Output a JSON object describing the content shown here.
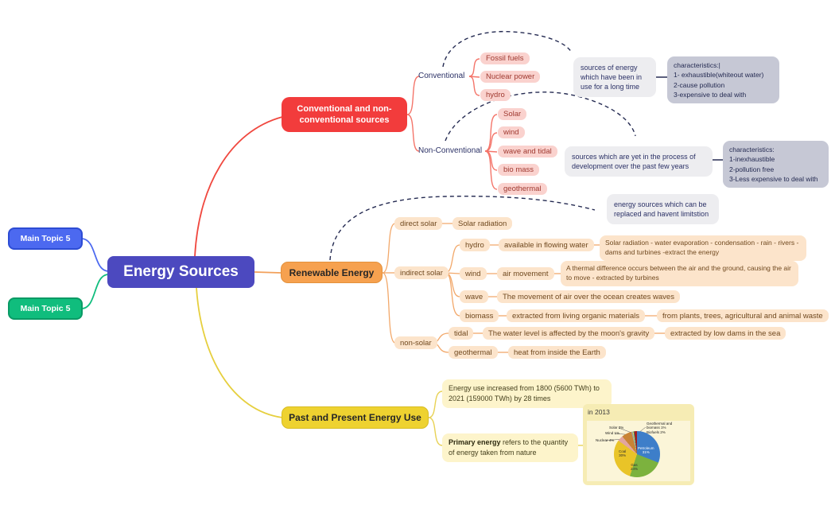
{
  "center": {
    "label": "Energy Sources"
  },
  "topics": {
    "blue": "Main Topic 5",
    "green": "Main Topic 5"
  },
  "conventional_branch": {
    "label": "Conventional and non-conventional sources",
    "conventional": {
      "label": "Conventional",
      "children": [
        "Fossil fuels",
        "Nuclear power",
        "hydro"
      ],
      "note": "sources of energy which have been in use for a long time",
      "characteristics": "characteristics:|\n1- exhaustible(whiteout water)\n2-cause pollution\n3-expensive to deal with"
    },
    "non_conventional": {
      "label": "Non-Conventional",
      "children": [
        "Solar",
        "wind",
        "wave and tidal",
        "bio mass",
        "geothermal"
      ],
      "note": "sources which are yet in the process of development over the past few years",
      "characteristics": "characteristics:\n1-inexhaustible\n2-pollution free\n3-Less expensive to deal with"
    }
  },
  "renewable_branch": {
    "label": "Renewable Energy",
    "note": "energy sources which can be replaced and havent limitstion",
    "direct_solar": {
      "label": "direct solar",
      "child": "Solar radiation"
    },
    "indirect_solar": {
      "label": "indirect solar",
      "hydro": {
        "label": "hydro",
        "desc1": "available in flowing water",
        "desc2": "Solar radiation - water evaporation - condensation - rain - rivers - dams and turbines -extract the energy"
      },
      "wind": {
        "label": "wind",
        "desc1": "air movement",
        "desc2": "A thermal difference occurs between the air and the ground, causing the air to move -  extracted by turbines"
      },
      "wave": {
        "label": "wave",
        "desc1": "The movement of air over the ocean creates waves"
      },
      "biomass": {
        "label": "biomass",
        "desc1": "extracted from living organic  materials",
        "desc2": "from plants, trees, agricultural and animal waste"
      }
    },
    "non_solar": {
      "label": "non-solar",
      "tidal": {
        "label": "tidal",
        "desc1": "The water level is affected by the moon's gravity",
        "desc2": "extracted by low dams in the sea"
      },
      "geothermal": {
        "label": "geothermal",
        "desc1": "heat from inside the Earth"
      }
    }
  },
  "past_branch": {
    "label": "Past and Present Energy Use",
    "fact": "Energy use increased from 1800 (5600 TWh) to 2021 (159000 TWh) by 28 times",
    "primary_bold": "Primary energy",
    "primary_rest": " refers to the quantity of energy taken from nature"
  },
  "chart_data": {
    "type": "pie",
    "title": "in 2013",
    "labels": [
      "Petroleum",
      "Gas",
      "Coal",
      "Nuclear",
      "Hydro",
      "Wind",
      "Solar",
      "Geothermal and biomass",
      "Biofuels"
    ],
    "values": [
      31,
      24,
      30,
      4,
      7,
      1,
      0.5,
      0.5,
      2
    ],
    "colors": [
      "#3d7ec9",
      "#7cb23e",
      "#e9c428",
      "#e2a69f",
      "#c98435",
      "#9aa0a6",
      "#f0e14a",
      "#2a9d8f",
      "#a21f1f"
    ],
    "inner_labels": [
      "Petroleum\n31%",
      "Gas\n24%",
      "Coal\n30%"
    ],
    "callouts": [
      "Geothermal and\nbiomass 1%",
      "Biofuels 2%",
      "Solar 0%",
      "Wind 1%",
      "Nuclear 4%",
      "Hydro 7%"
    ],
    "legend_position": "none",
    "grid": false
  }
}
